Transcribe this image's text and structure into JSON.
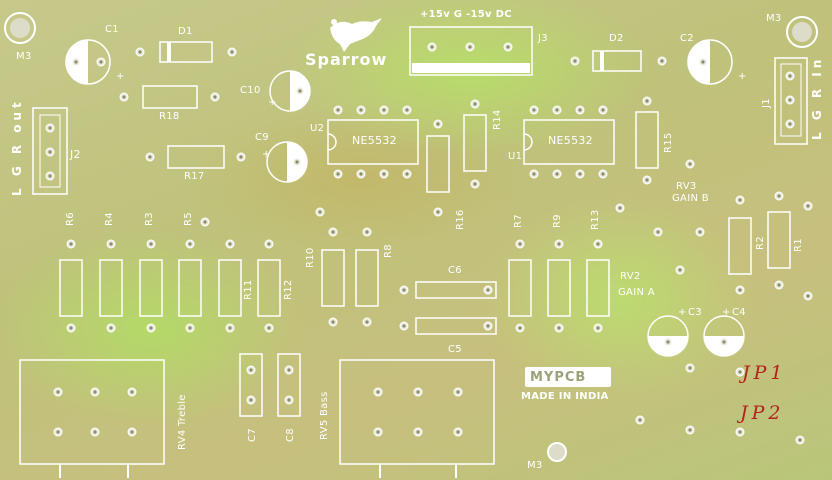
{
  "labels": {
    "m3_topleft": "M3",
    "m3_topright": "M3",
    "m3_bottom": "M3",
    "c1": "C1",
    "d1": "D1",
    "r18": "R18",
    "c10": "C10",
    "c9": "C9",
    "r17": "R17",
    "j2": "J2",
    "j2_side": "L G R out",
    "brand": "Sparrow",
    "power": "+15v G -15v DC",
    "j3": "J3",
    "d2": "D2",
    "c2": "C2",
    "j1": "J1",
    "j1_side": "L G R In",
    "u2": "U2",
    "u1": "U1",
    "ic_left": "NE5532",
    "ic_right": "NE5532",
    "r14": "R14",
    "r16": "R16",
    "r15": "R15",
    "rv3_a": "RV3",
    "rv3_b": "GAIN B",
    "r2": "R2",
    "r1": "R1",
    "r6": "R6",
    "r4": "R4",
    "r3": "R3",
    "r5": "R5",
    "r11": "R11",
    "r12": "R12",
    "r10": "R10",
    "r8": "R8",
    "c6": "C6",
    "c5": "C5",
    "r7": "R7",
    "r9": "R9",
    "r13": "R13",
    "rv2_a": "RV2",
    "rv2_b": "GAIN A",
    "c3": "C3",
    "c4": "C4",
    "rv4": "RV4 Treble",
    "c7": "C7",
    "c8": "C8",
    "rv5": "RV5 Bass",
    "mypcb": "MYPCB",
    "made_in": "MADE IN INDIA",
    "plus": "+"
  },
  "handwriting": {
    "jp1": "JP1",
    "jp2": "JP2"
  },
  "colors": {
    "board_green": "#b9dc6c",
    "board_tan": "#c7bf7e",
    "silkscreen": "#ffffff",
    "pad": "#f2f2e8",
    "ink": "#b0231d"
  }
}
